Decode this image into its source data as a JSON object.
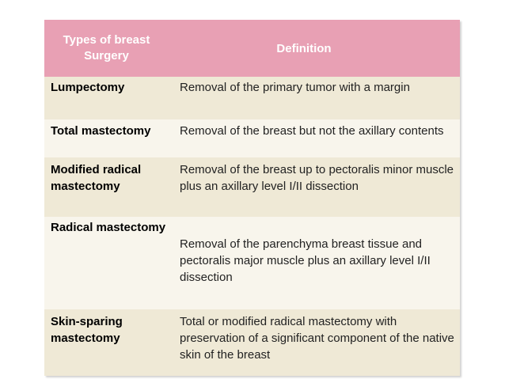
{
  "table": {
    "header": {
      "type_line1": "Types of breast",
      "type_line2": "Surgery",
      "definition": "Definition"
    },
    "rows": [
      {
        "type": "Lumpectomy",
        "definition": "Removal of the primary tumor with a margin"
      },
      {
        "type": "Total mastectomy",
        "definition": "Removal of the breast but not the axillary contents"
      },
      {
        "type": "Modified radical mastectomy",
        "definition": "Removal of the breast up to pectoralis minor muscle plus an axillary level I/II dissection"
      },
      {
        "type": "Radical mastectomy",
        "definition": "Removal of the parenchyma breast tissue and pectoralis major muscle plus an axillary level I/II dissection"
      },
      {
        "type": "Skin-sparing mastectomy",
        "definition": "Total or modified radical mastectomy with preservation of a significant component of the native skin of the breast"
      }
    ]
  },
  "colors": {
    "header_bg": "#e8a0b4",
    "row_dark": "#efe9d6",
    "row_light": "#f8f5ec"
  }
}
